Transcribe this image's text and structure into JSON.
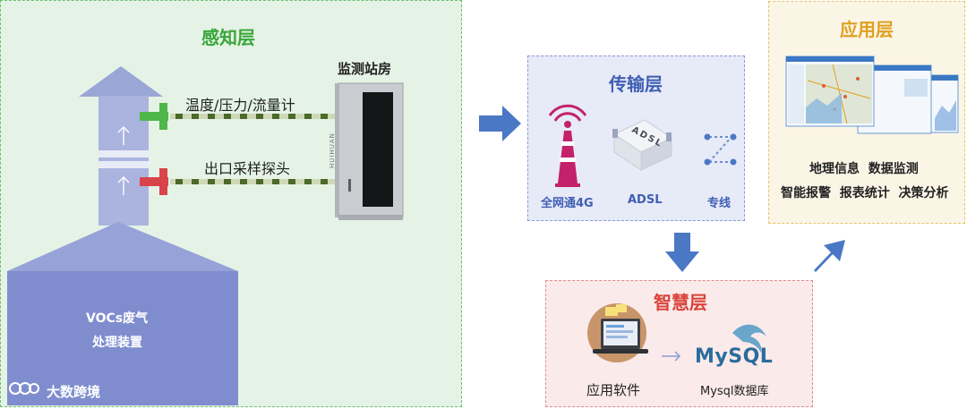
{
  "sensing": {
    "title": "感知层",
    "station_title": "监测站房",
    "probe1": "温度/压力/流量计",
    "probe2": "出口采样探头",
    "device_line1": "VOCs废气",
    "device_line2": "处理装置",
    "cabinet_brand": "HUIHUAN",
    "color": "#3aa63a"
  },
  "transmission": {
    "title": "传输层",
    "items": [
      "全网通4G",
      "ADSL",
      "专线"
    ],
    "modem_text": "ADSL",
    "color": "#3f5fb4"
  },
  "intelligence": {
    "title": "智慧层",
    "software": "应用软件",
    "db": "Mysql数据库",
    "mysql_logo": "MySQL",
    "color": "#d9433a"
  },
  "application": {
    "title": "应用层",
    "line1": "地理信息  数据监测",
    "line2": "智能报警  报表统计  决策分析",
    "color": "#e0a020"
  },
  "watermark": "大数跨境"
}
